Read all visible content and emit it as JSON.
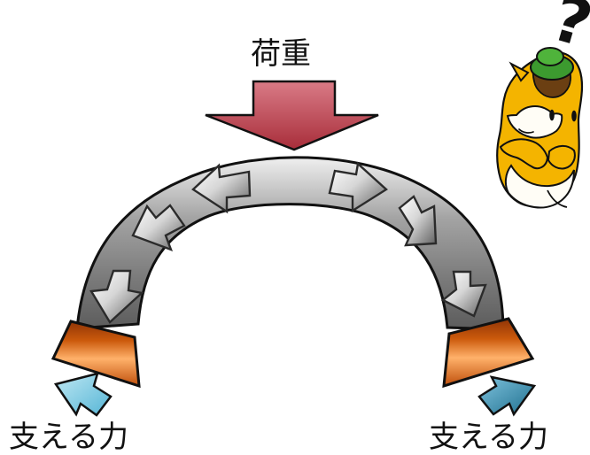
{
  "labels": {
    "load": "荷重",
    "support_left": "支える力",
    "support_right": "支える力",
    "question_mark": "?"
  },
  "colors": {
    "arch_fill": "#8e8e8e",
    "arch_stroke": "#111111",
    "load_arrow": "#c94c58",
    "support_block": "#c85a10",
    "support_arrow_left": "#74c5de",
    "support_arrow_right": "#2e88a8",
    "mascot_body": "#f4b400",
    "mascot_hair": "#6b3f12",
    "mascot_hat": "#3c9a2f"
  },
  "icons": {
    "load_arrow": "down-arrow",
    "internal_arrows": "arch-force-arrow",
    "support_arrows": "upward-support-arrow",
    "mascot": "horse-mascot-icon"
  }
}
